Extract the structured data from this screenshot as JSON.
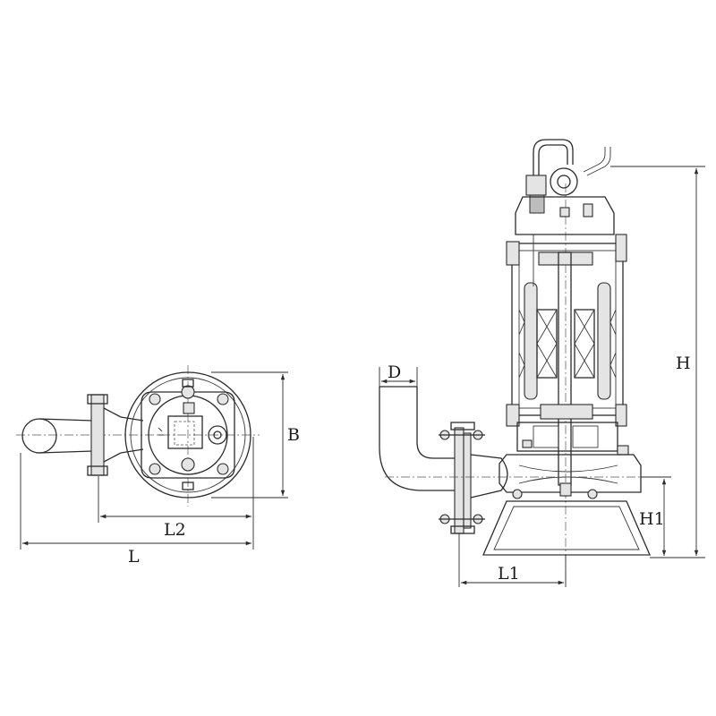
{
  "drawing": {
    "dimension_labels": {
      "D": "D",
      "H": "H",
      "H1": "H1",
      "B": "B",
      "L": "L",
      "L1": "L1",
      "L2": "L2"
    }
  }
}
